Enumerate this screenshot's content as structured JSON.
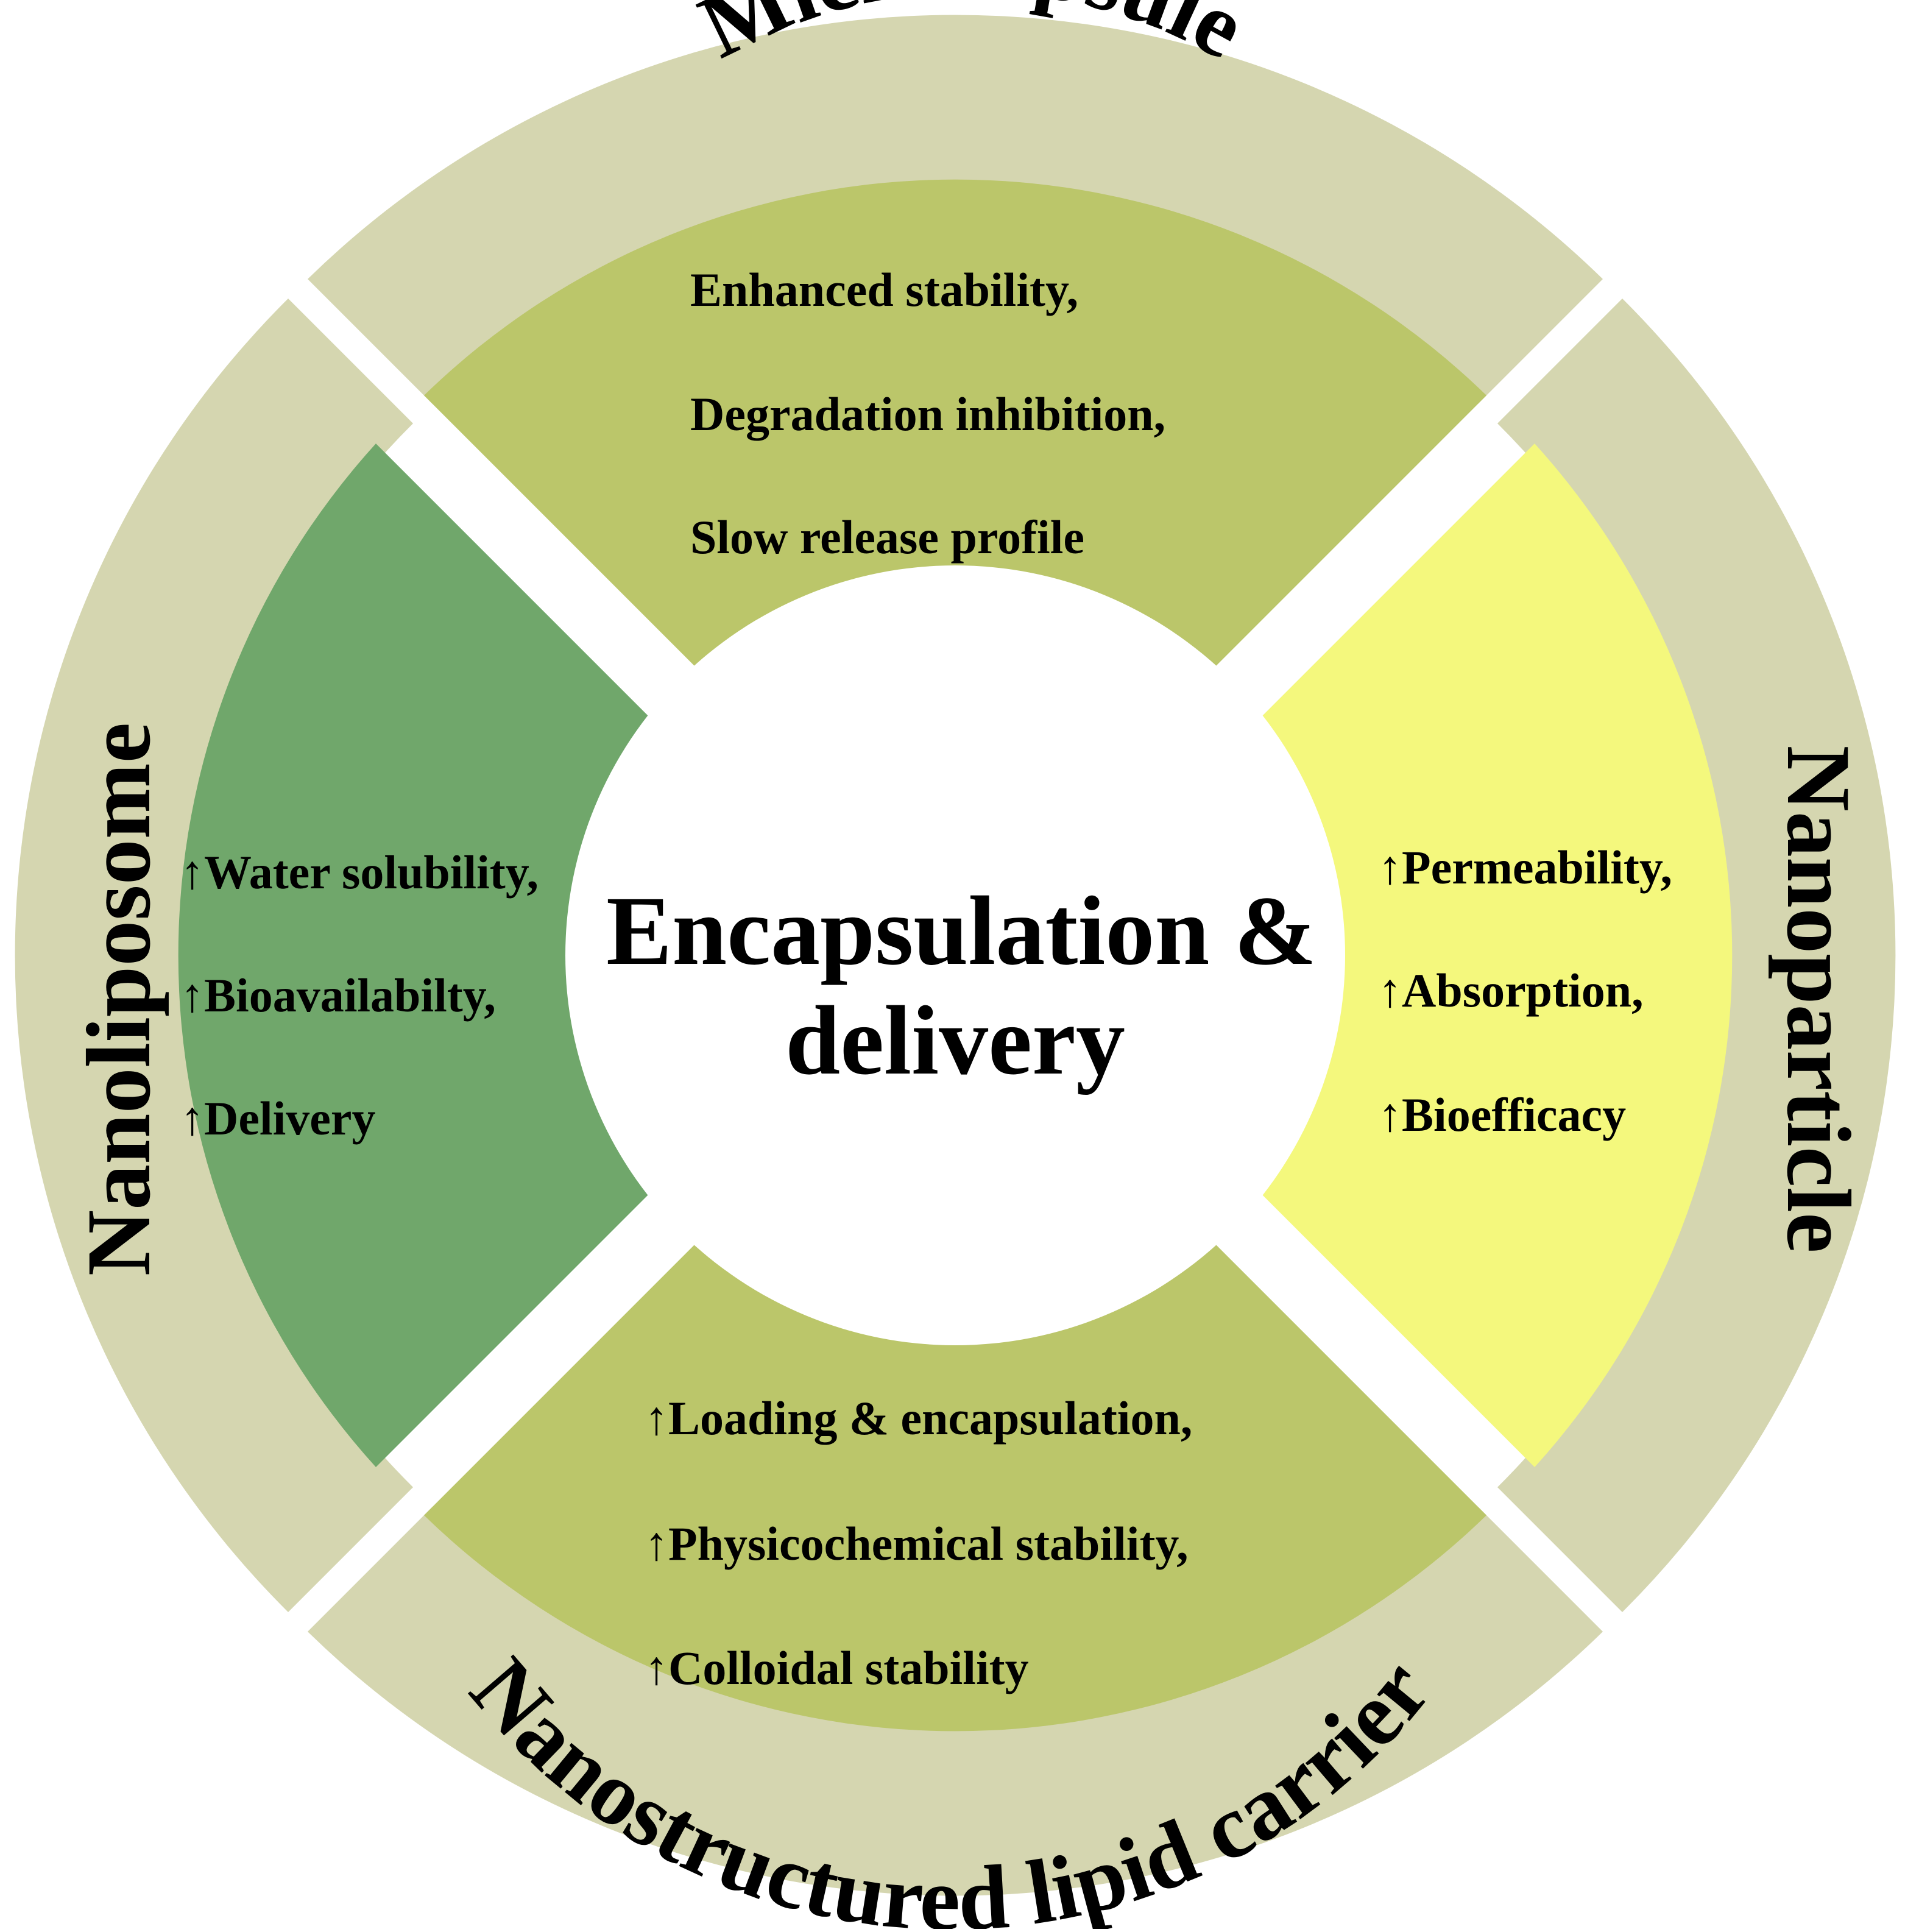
{
  "center": {
    "lines": [
      "Encapsulation &",
      "delivery"
    ]
  },
  "sections": [
    {
      "id": "top",
      "label": "Microcapsule",
      "items": [
        "Enhanced stability,",
        "Degradation inhibition,",
        "Slow release profile"
      ],
      "ring_color": "#d5d6b0",
      "inner_color": "#bbc66a"
    },
    {
      "id": "right",
      "label": "Nanoparticle",
      "items": [
        "↑Permeability,",
        "↑Absorption,",
        "↑Bioefficacy"
      ],
      "ring_color": "#d5d6b0",
      "inner_color": "#f4f87d"
    },
    {
      "id": "bottom",
      "label": "Nanostructured lipid carrier",
      "items": [
        "↑Loading & encapsulation,",
        "↑Physicochemical stability,",
        "↑Colloidal stability"
      ],
      "ring_color": "#d5d6b0",
      "inner_color": "#bbc66a"
    },
    {
      "id": "left",
      "label": "Nanoliposome",
      "items": [
        "↑Water solubility,",
        "↑Bioavailabilty,",
        "↑Delivery"
      ],
      "ring_color": "#d5d6b0",
      "inner_color": "#70a76b"
    }
  ]
}
